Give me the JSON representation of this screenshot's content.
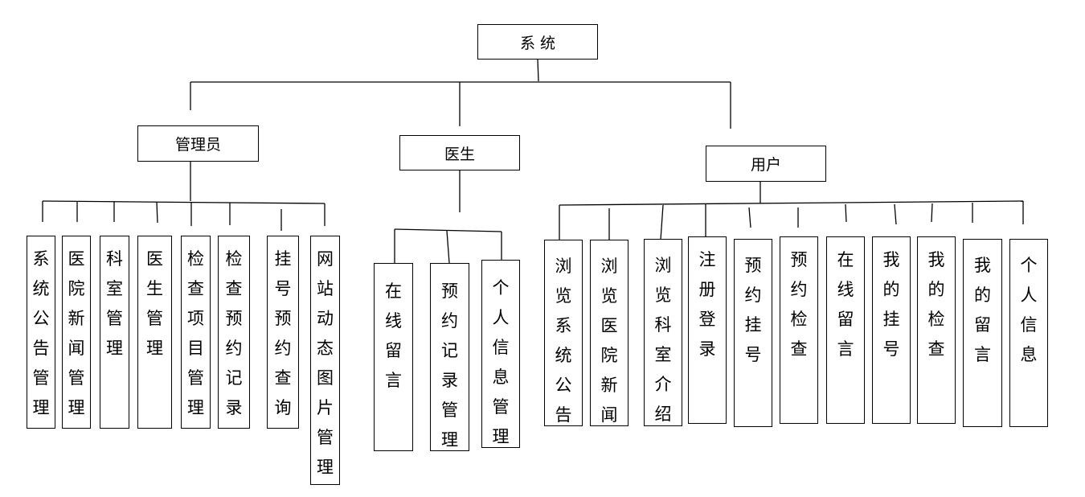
{
  "root": {
    "label": "系 统"
  },
  "groups": [
    {
      "label": "管理员",
      "items": [
        "系统公告管理",
        "医院新闻管理",
        "科室管理",
        "医生管理",
        "检查项目管理",
        "检查预约记录",
        "挂号预约查询",
        "网站动态图片管理"
      ]
    },
    {
      "label": "医生",
      "items": [
        "在线留言",
        "预约记录管理",
        "个人信息管理"
      ]
    },
    {
      "label": "用户",
      "items": [
        "浏览系统公告",
        "浏览医院新闻",
        "浏览科室介绍",
        "注册登录",
        "预约挂号",
        "预约检查",
        "在线留言",
        "我的挂号",
        "我的检查",
        "我的留言",
        "个人信息"
      ]
    }
  ]
}
